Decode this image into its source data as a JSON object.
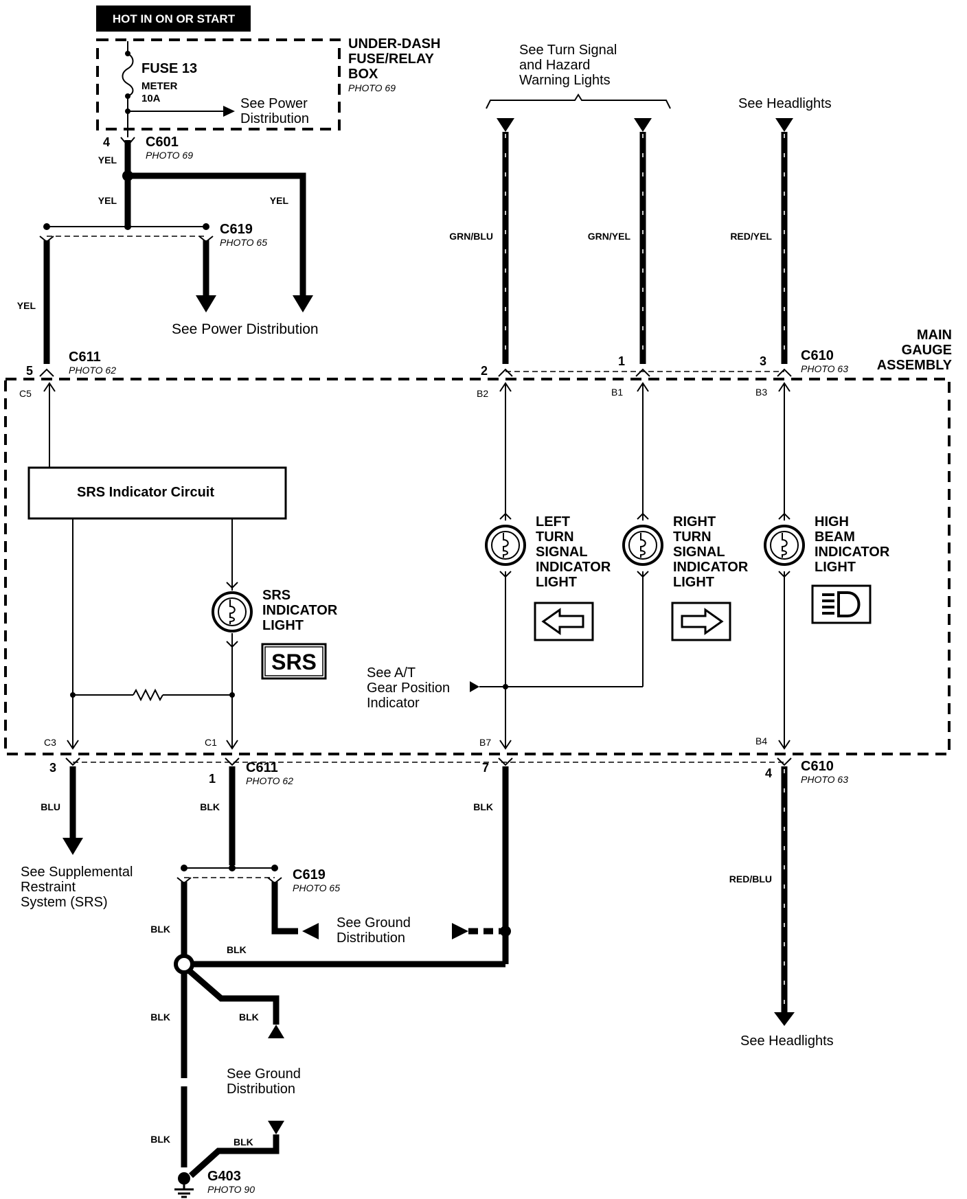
{
  "power": {
    "hot_label": "HOT IN ON OR START"
  },
  "fuse_box": {
    "name_line1": "UNDER-DASH",
    "name_line2": "FUSE/RELAY",
    "name_line3": "BOX",
    "photo": "PHOTO 69",
    "fuse_name": "FUSE 13",
    "fuse_circuit": "METER",
    "fuse_rating": "10A",
    "power_dist_line1": "See Power",
    "power_dist_line2": "Distribution"
  },
  "connectors": {
    "c601": {
      "name": "C601",
      "photo": "PHOTO 69",
      "pin": "4"
    },
    "c619_top": {
      "name": "C619",
      "photo": "PHOTO 65"
    },
    "c611_top": {
      "name": "C611",
      "photo": "PHOTO 62",
      "pin": "5",
      "terminal": "C5"
    },
    "c610_top": {
      "name": "C610",
      "photo": "PHOTO 63",
      "pin_b2": "2",
      "pin_b1": "1",
      "pin_b3": "3",
      "term_b2": "B2",
      "term_b1": "B1",
      "term_b3": "B3"
    },
    "c611_bot": {
      "name": "C611",
      "photo": "PHOTO 62",
      "pin_c3": "3",
      "pin_c1": "1",
      "pin_b7": "7",
      "term_c3": "C3",
      "term_c1": "C1",
      "term_b7": "B7"
    },
    "c610_bot": {
      "name": "C610",
      "photo": "PHOTO 63",
      "pin": "4",
      "terminal": "B4"
    },
    "c619_bot": {
      "name": "C619",
      "photo": "PHOTO 65"
    },
    "g403": {
      "name": "G403",
      "photo": "PHOTO 90"
    }
  },
  "wires": {
    "yel": "YEL",
    "grn_blu": "GRN/BLU",
    "grn_yel": "GRN/YEL",
    "red_yel": "RED/YEL",
    "blu": "BLU",
    "blk": "BLK",
    "red_blu": "RED/BLU"
  },
  "refs": {
    "power_distribution": "See Power Distribution",
    "turn_signal_line1": "See Turn Signal",
    "turn_signal_line2": "and Hazard",
    "turn_signal_line3": "Warning Lights",
    "headlights": "See Headlights",
    "srs_line1": "See Supplemental",
    "srs_line2": "Restraint",
    "srs_line3": "System (SRS)",
    "ground_line1": "See Ground",
    "ground_line2": "Distribution",
    "at_line1": "See A/T",
    "at_line2": "Gear Position",
    "at_line3": "Indicator"
  },
  "gauge": {
    "name_line1": "MAIN",
    "name_line2": "GAUGE",
    "name_line3": "ASSEMBLY",
    "srs_circuit": "SRS Indicator Circuit",
    "srs_light_line1": "SRS",
    "srs_light_line2": "INDICATOR",
    "srs_light_line3": "LIGHT",
    "srs_badge": "SRS",
    "left_line1": "LEFT",
    "left_line2": "TURN",
    "left_line3": "SIGNAL",
    "left_line4": "INDICATOR",
    "left_line5": "LIGHT",
    "right_line1": "RIGHT",
    "right_line2": "TURN",
    "right_line3": "SIGNAL",
    "right_line4": "INDICATOR",
    "right_line5": "LIGHT",
    "high_line1": "HIGH",
    "high_line2": "BEAM",
    "high_line3": "INDICATOR",
    "high_line4": "LIGHT"
  }
}
